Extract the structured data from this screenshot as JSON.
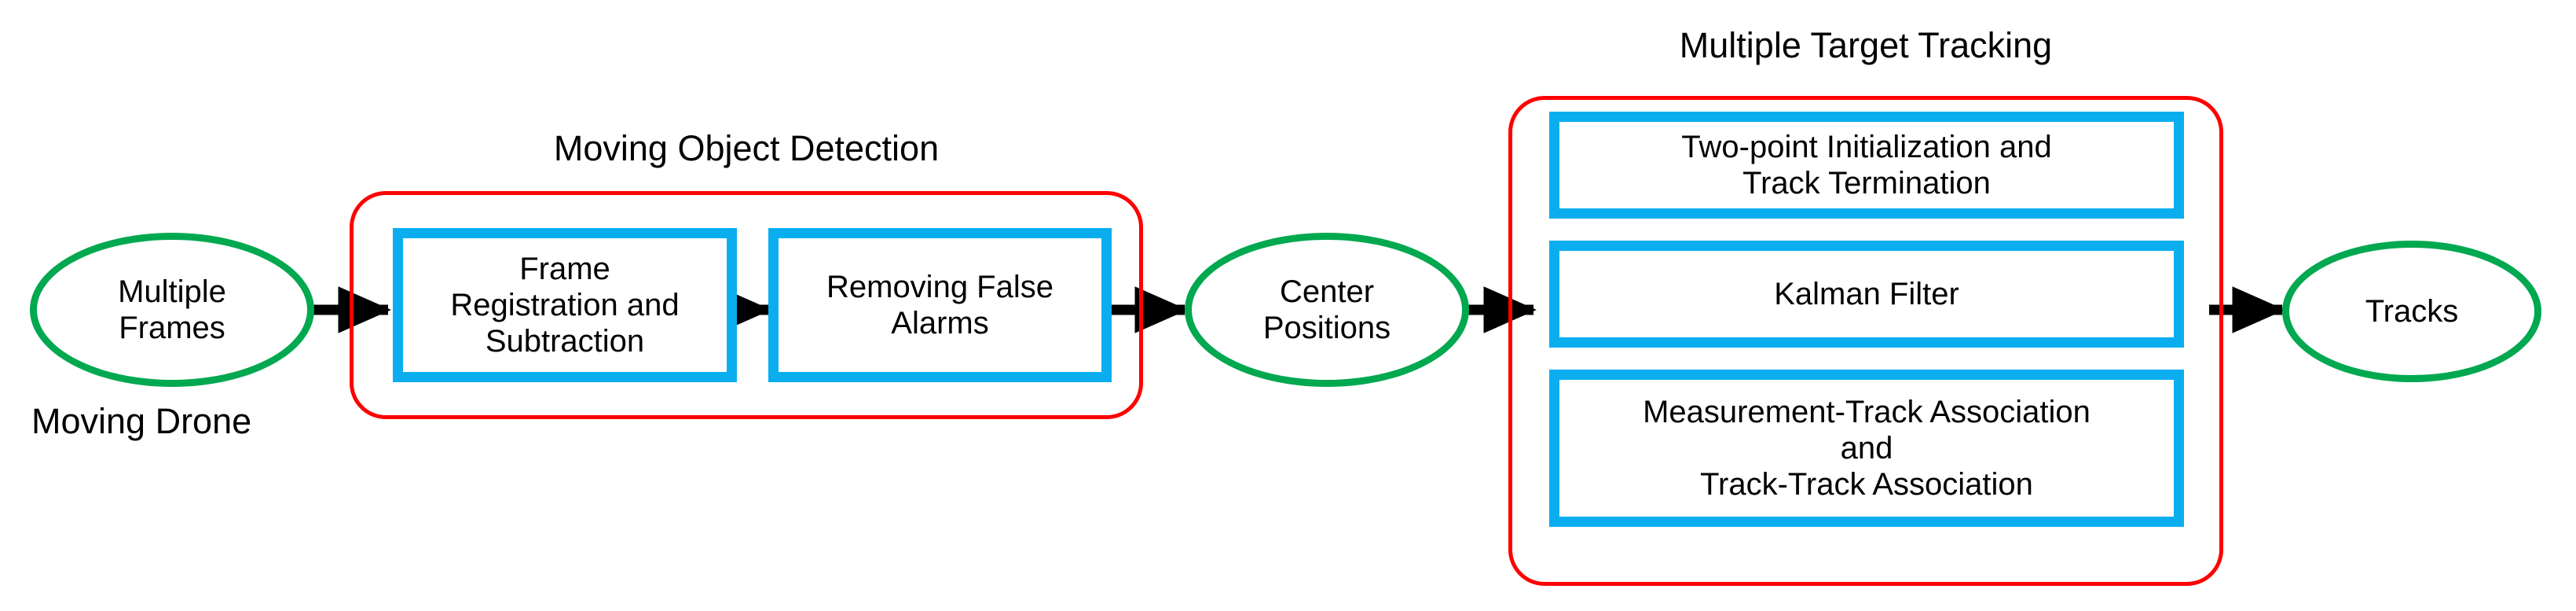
{
  "diagram": {
    "title": "Moving object detection and multiple target tracking pipeline",
    "colors": {
      "ellipse_stroke": "#00a84f",
      "group_stroke": "#ff0000",
      "box_stroke": "#0aaeef",
      "arrow": "#000000",
      "background": "#ffffff",
      "text": "#000000"
    }
  },
  "nodes": {
    "input_ellipse": {
      "label": "Multiple\nFrames"
    },
    "input_caption": {
      "label": "Moving  Drone"
    },
    "center_ellipse": {
      "label": "Center\nPositions"
    },
    "output_ellipse": {
      "label": "Tracks"
    }
  },
  "groups": [
    {
      "id": "moving-object-detection",
      "title": "Moving  Object Detection",
      "boxes": [
        {
          "id": "frame-registration",
          "label": "Frame\nRegistration and\nSubtraction"
        },
        {
          "id": "removing-false-alarms",
          "label": "Removing False\nAlarms"
        }
      ]
    },
    {
      "id": "multiple-target-tracking",
      "title": "Multiple Target Tracking",
      "boxes": [
        {
          "id": "two-point-initialization",
          "label": "Two-point Initialization and\nTrack Termination"
        },
        {
          "id": "kalman-filter",
          "label": "Kalman Filter"
        },
        {
          "id": "association",
          "label": "Measurement-Track Association\nand\nTrack-Track Association"
        }
      ]
    }
  ],
  "arrows": [
    {
      "id": "arrow-frames-to-registration",
      "from": "input_ellipse",
      "to": "frame-registration"
    },
    {
      "id": "arrow-registration-to-alarms",
      "from": "frame-registration",
      "to": "removing-false-alarms"
    },
    {
      "id": "arrow-alarms-to-center",
      "from": "removing-false-alarms",
      "to": "center_ellipse"
    },
    {
      "id": "arrow-center-to-tracking",
      "from": "center_ellipse",
      "to": "multiple-target-tracking"
    },
    {
      "id": "arrow-tracking-to-tracks",
      "from": "multiple-target-tracking",
      "to": "output_ellipse"
    }
  ]
}
